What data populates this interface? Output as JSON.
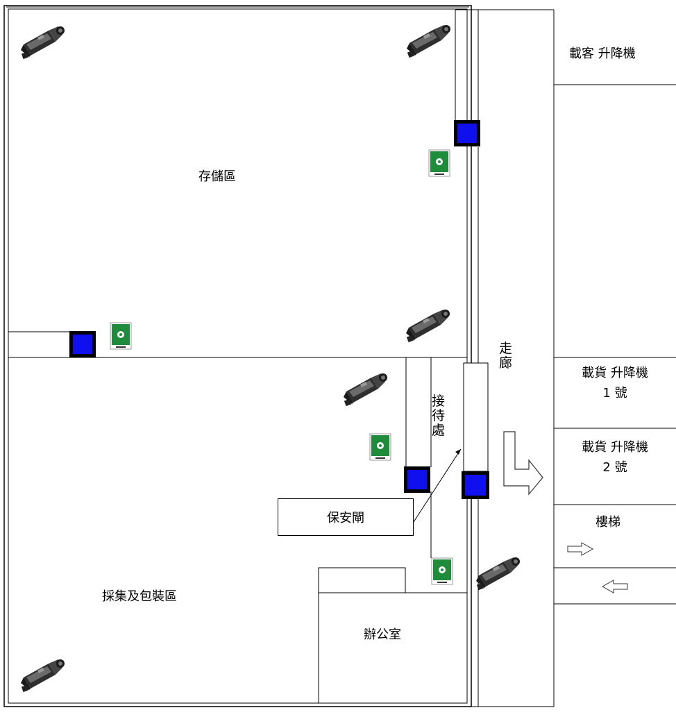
{
  "labels": {
    "storage": "存儲區",
    "picking": "採集及包裝區",
    "office": "辦公室",
    "corridor": "走廊",
    "reception": "接待處",
    "security_gate": "保安閘",
    "passenger_lift": "載客 升降機",
    "cargo_lift_1": {
      "line1": "載貨 升降機",
      "line2": "1 號"
    },
    "cargo_lift_2": {
      "line1": "載貨 升降機",
      "line2": "2 號"
    },
    "stairs": "樓梯"
  },
  "icons": {
    "camera": "cctv-camera-icon",
    "alarm": "alarm-sensor-icon",
    "gate": "security-gate-icon"
  },
  "colors": {
    "gate": "#1010ee",
    "alarm": "#1e8c3a",
    "camera": "#3a3a3a"
  }
}
